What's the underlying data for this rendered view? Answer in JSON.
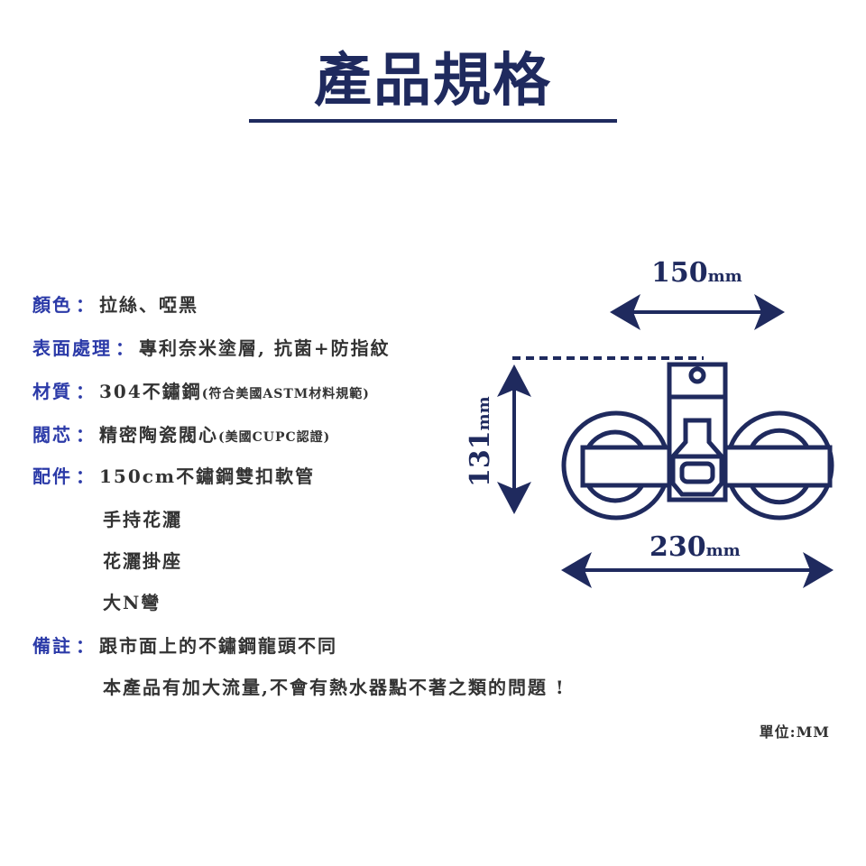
{
  "title": "產品規格",
  "specs": [
    {
      "label": "顏色",
      "sep": "：",
      "value": "拉絲、啞黑",
      "note": ""
    },
    {
      "label": "表面處理",
      "sep": "：",
      "value": "專利奈米塗層, 抗菌+防指紋",
      "note": ""
    },
    {
      "label": "材質",
      "sep": "：",
      "value": "304不鏽鋼",
      "note": "(符合美國ASTM材料規範)"
    },
    {
      "label": "閥芯",
      "sep": "：",
      "value": "精密陶瓷閥心",
      "note": "(美國CUPC認證)"
    },
    {
      "label": "配件",
      "sep": "：",
      "value": "150cm不鏽鋼雙扣軟管",
      "note": ""
    }
  ],
  "accessories_more": [
    "手持花灑",
    "花灑掛座",
    "大N彎"
  ],
  "remark": {
    "label": "備註",
    "sep": "：",
    "line1": "跟市面上的不鏽鋼龍頭不同",
    "line2": "本產品有加大流量,不會有熱水器點不著之類的問題 ! "
  },
  "unit_note": "單位:MM",
  "dimensions": {
    "top_value": "150",
    "height_value": "131",
    "width_value": "230",
    "unit": "mm"
  },
  "colors": {
    "navy": "#1f2a5e",
    "label_blue": "#2b3aa8",
    "text_gray": "#333333"
  }
}
